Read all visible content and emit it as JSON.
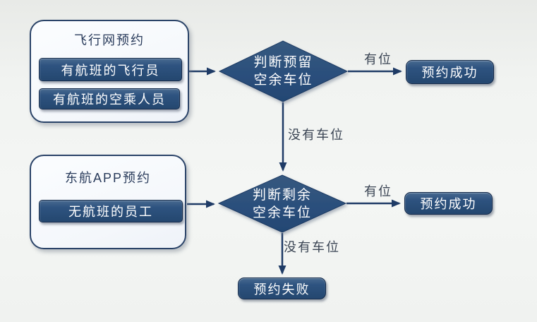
{
  "flowchart": {
    "groups": [
      {
        "title": "飞行网预约",
        "items": [
          "有航班的飞行员",
          "有航班的空乘人员"
        ]
      },
      {
        "title": "东航APP预约",
        "items": [
          "无航班的员工"
        ]
      }
    ],
    "decisions": [
      {
        "line1": "判断预留",
        "line2": "空余车位"
      },
      {
        "line1": "判断剩余",
        "line2": "空余车位"
      }
    ],
    "results": [
      {
        "label": "预约成功"
      },
      {
        "label": "预约成功"
      },
      {
        "label": "预约失败"
      }
    ],
    "edges": [
      {
        "from": "group-feixingwang",
        "to": "decision-1",
        "label": ""
      },
      {
        "from": "decision-1",
        "to": "result-success-1",
        "label": "有位"
      },
      {
        "from": "decision-1",
        "to": "decision-2",
        "label": "没有车位"
      },
      {
        "from": "group-donghang-app",
        "to": "decision-2",
        "label": ""
      },
      {
        "from": "decision-2",
        "to": "result-success-2",
        "label": "有位"
      },
      {
        "from": "decision-2",
        "to": "result-fail",
        "label": "没有车位"
      }
    ],
    "colors": {
      "node_fill": "#2c507e",
      "node_border": "#13294a",
      "node_text": "#ffffff",
      "arrow": "#1f3b66",
      "container_fill": "#f6f8fc",
      "container_border": "#2a4368",
      "edge_label_text": "#3a4453"
    }
  }
}
